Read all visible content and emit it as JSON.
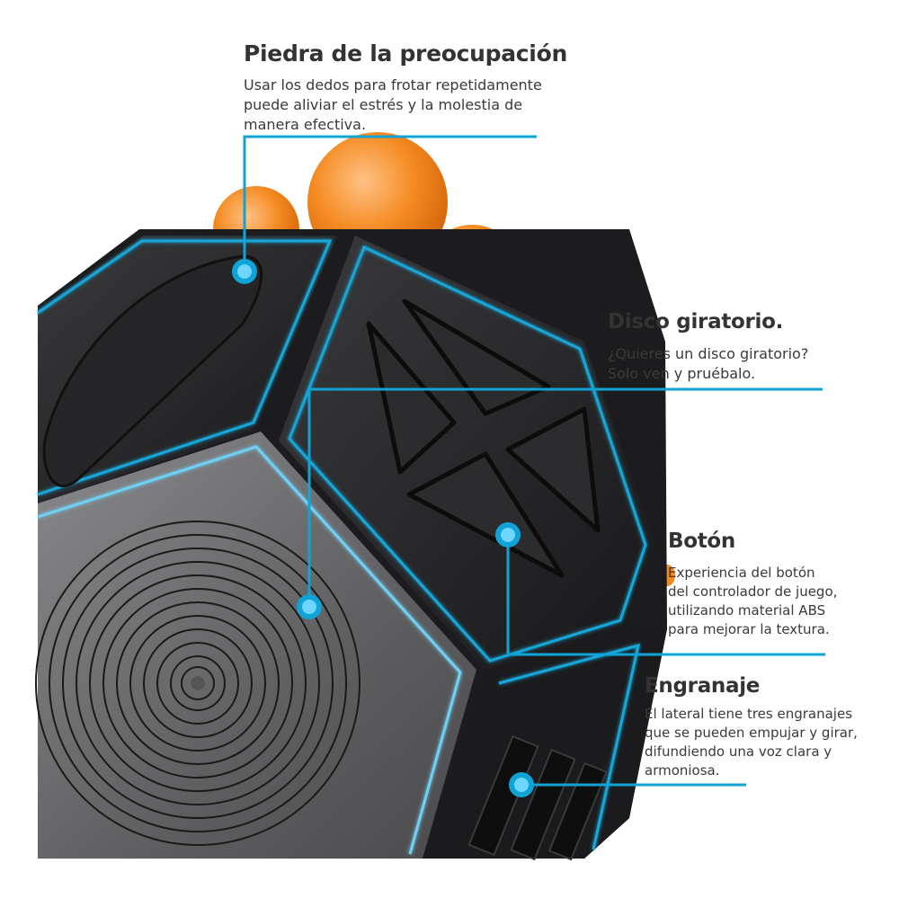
{
  "colors": {
    "accent_cyan": "#0fa3d6",
    "dot_fill": "#6fd6ff",
    "body_dark": "#1f1f21",
    "face_gray": "#6e6e70",
    "orange": "#f08a24",
    "text": "#333333"
  },
  "product": {
    "name": "dodecahedron-fidget-toy",
    "icons": [
      "worry-stone-face",
      "spin-disc-face",
      "joystick-button-face",
      "gear-face",
      "orange-balls"
    ]
  },
  "callouts": [
    {
      "title": "Piedra de la preocupación",
      "lines": [
        "Usar los dedos para frotar repetidamente",
        "puede aliviar el estrés y la molestia de",
        "manera efectiva."
      ]
    },
    {
      "title": "Disco giratorio.",
      "lines": [
        "¿Quieres un disco giratorio?",
        "Solo ven y pruébalo."
      ]
    },
    {
      "title": "Botón",
      "lines": [
        "Experiencia del botón",
        "del controlador de juego,",
        "utilizando material ABS",
        "para mejorar la textura."
      ]
    },
    {
      "title": "Engranaje",
      "lines": [
        "El lateral tiene tres engranajes",
        "que se pueden empujar y girar,",
        "difundiendo una voz clara y",
        "armoniosa."
      ]
    }
  ]
}
